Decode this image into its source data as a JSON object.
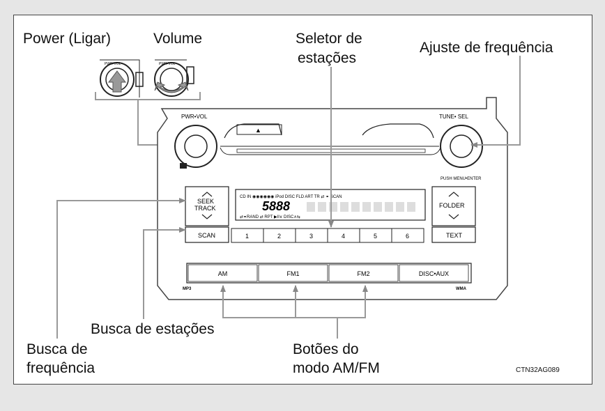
{
  "labels": {
    "power": "Power (Ligar)",
    "volume": "Volume",
    "station_selector_line1": "Seletor de",
    "station_selector_line2": "estações",
    "freq_adjust": "Ajuste de frequência",
    "station_search": "Busca de estações",
    "freq_search_line1": "Busca de",
    "freq_search_line2": "frequência",
    "am_fm_buttons_line1": "Botões do",
    "am_fm_buttons_line2": "modo AM/FM",
    "figure_code": "CTN32AG089"
  },
  "radio": {
    "pwr_vol": "PWR•VOL",
    "tune_sel": "TUNE• SEL",
    "push_menu_enter": "PUSH MENU•ENTER",
    "seek_track_line1": "SEEK",
    "seek_track_line2": "TRACK",
    "scan": "SCAN",
    "folder": "FOLDER",
    "text": "TEXT",
    "eject_symbol": "▲",
    "mp3": "MP3",
    "wma": "WMA",
    "presets": [
      "1",
      "2",
      "3",
      "4",
      "5",
      "6"
    ],
    "mode_buttons": [
      "AM",
      "FM1",
      "FM2",
      "DISC•AUX"
    ],
    "display_top": "CD IN  ◉◉◉◉◉◉  iPod DISC   FLD ART  TR          ⇄ ⚭ SCAN",
    "display_digits": "5888",
    "display_bottom": "⇄⚭RAND    ⇄ RPT    ▶II∨ DISC∧⇆",
    "inset_knob_label": "PWR•VOL"
  },
  "colors": {
    "line": "#888888",
    "frame": "#444444",
    "background": "#e6e6e6"
  }
}
